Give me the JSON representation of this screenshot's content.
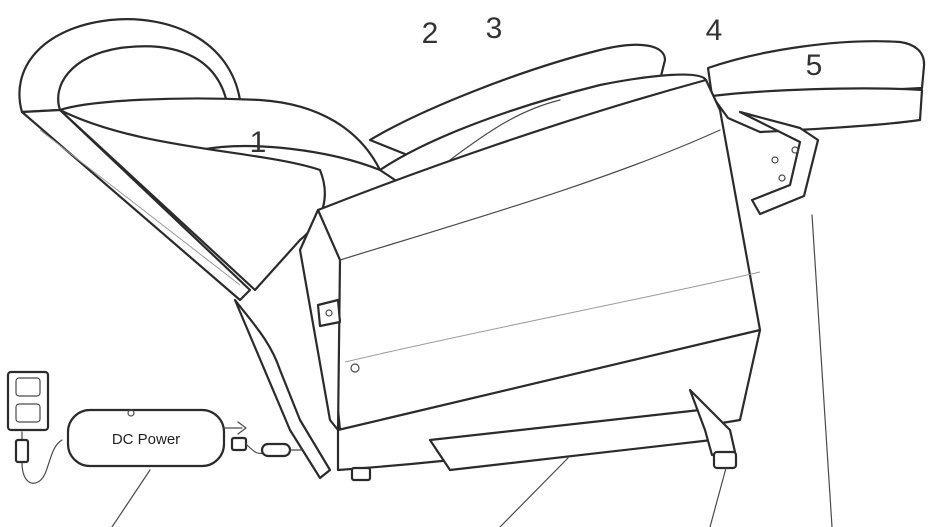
{
  "diagram": {
    "callouts": [
      "1",
      "2",
      "3",
      "4",
      "5"
    ],
    "power_label": "DC Power"
  }
}
